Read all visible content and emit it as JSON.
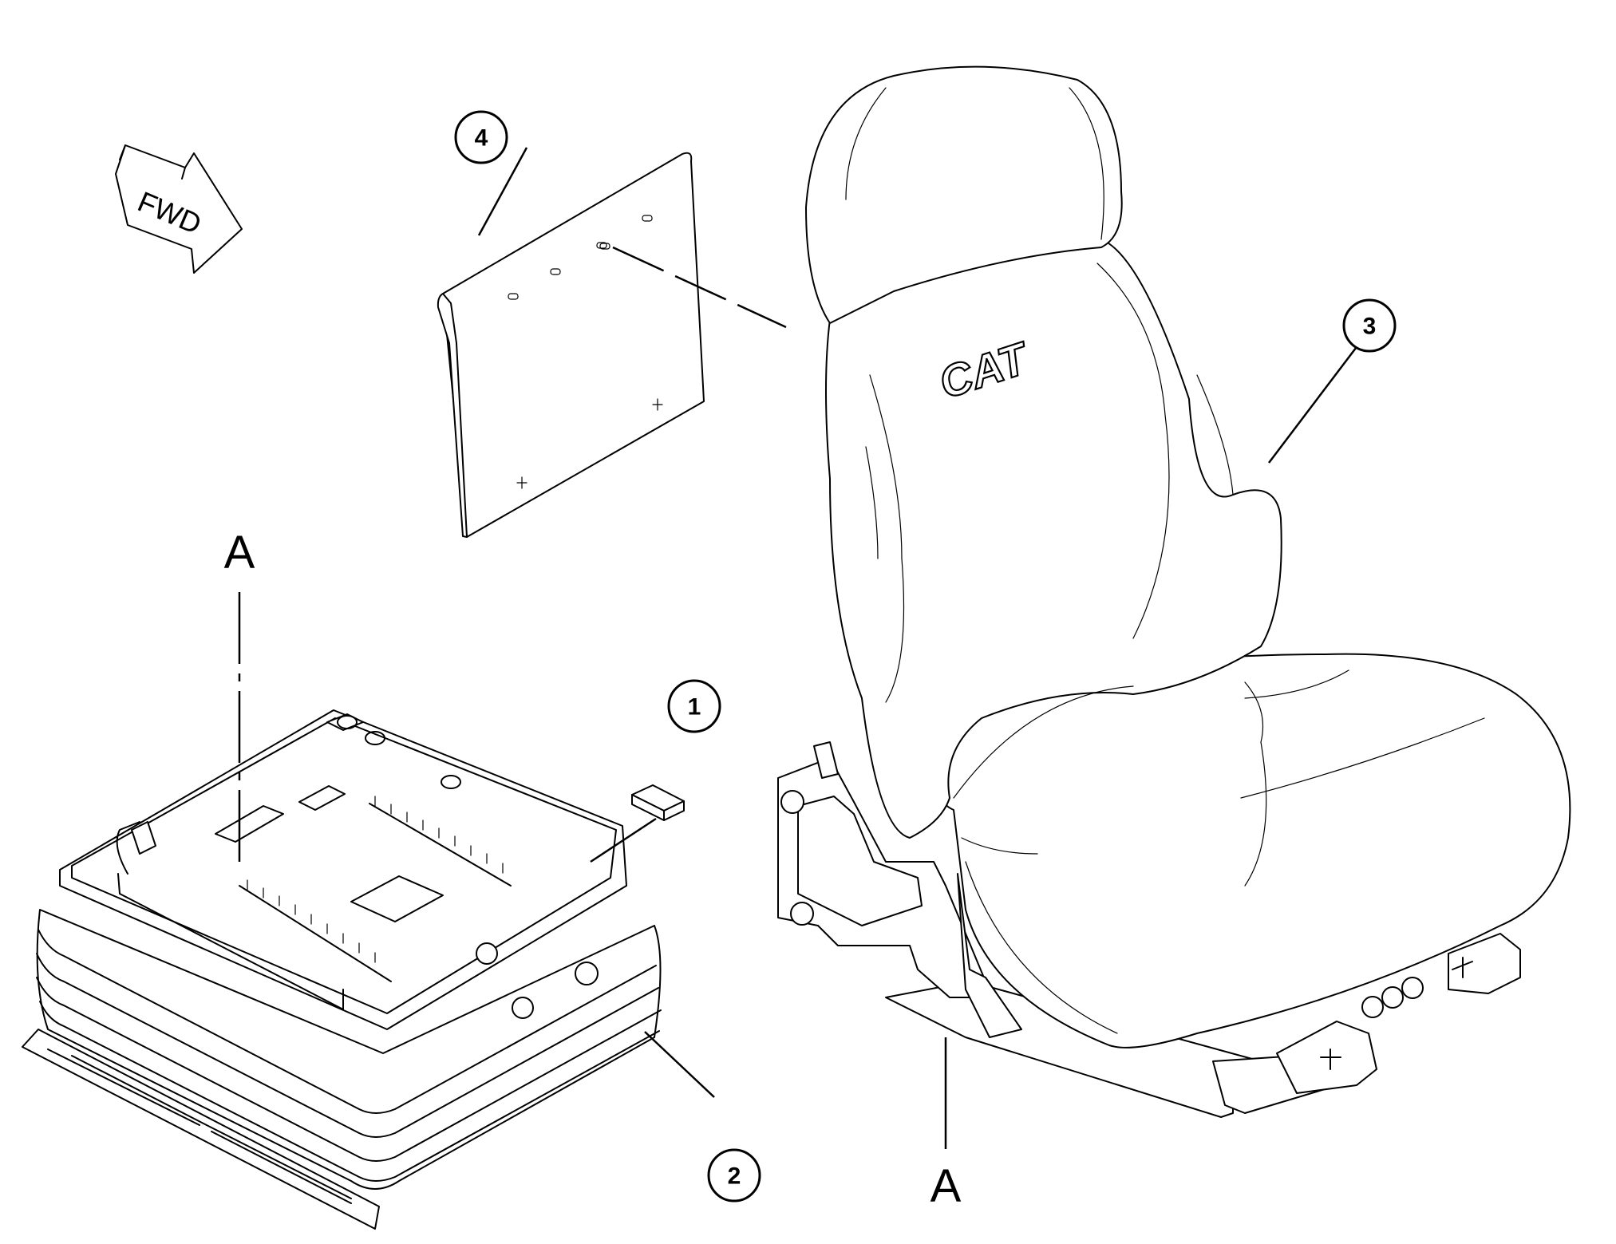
{
  "fwd_label": "FWD",
  "seat_logo": "CAT",
  "callouts": [
    "1",
    "2",
    "3",
    "4"
  ],
  "view_labels": [
    "A",
    "A"
  ],
  "icons": [
    "forward-direction-arrow-icon"
  ]
}
